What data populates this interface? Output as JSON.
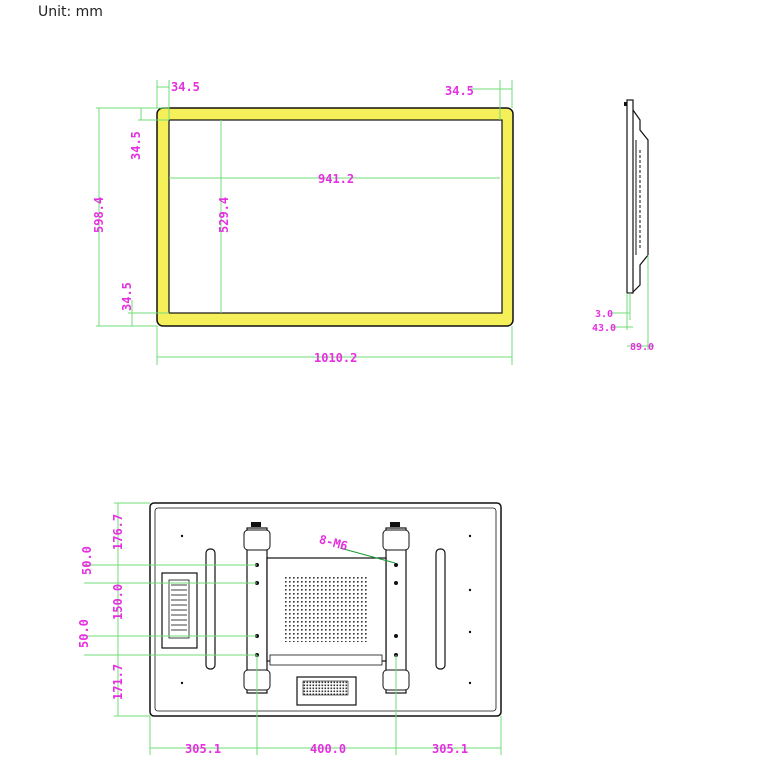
{
  "unit_label": "Unit: mm",
  "colors": {
    "dimension_text": "#e62fe0",
    "dimension_line": "#6fdc7a",
    "bezel": "#f5ef5a",
    "outline": "#111111"
  },
  "front_view": {
    "bezel_left": "34.5",
    "bezel_right": "34.5",
    "bezel_top": "34.5",
    "bezel_bottom": "34.5",
    "active_width": "941.2",
    "active_height": "529.4",
    "total_height": "598.4",
    "total_width": "1010.2"
  },
  "side_view": {
    "glass": "3.0",
    "body": "43.0",
    "depth": "89.0"
  },
  "rear_view": {
    "screw_label": "8-M6",
    "top_offset": "176.7",
    "slot_a": "50.0",
    "mid_span": "150.0",
    "slot_b": "50.0",
    "bottom_offset": "171.7",
    "left_margin": "305.1",
    "hole_pitch": "400.0",
    "right_margin": "305.1"
  }
}
